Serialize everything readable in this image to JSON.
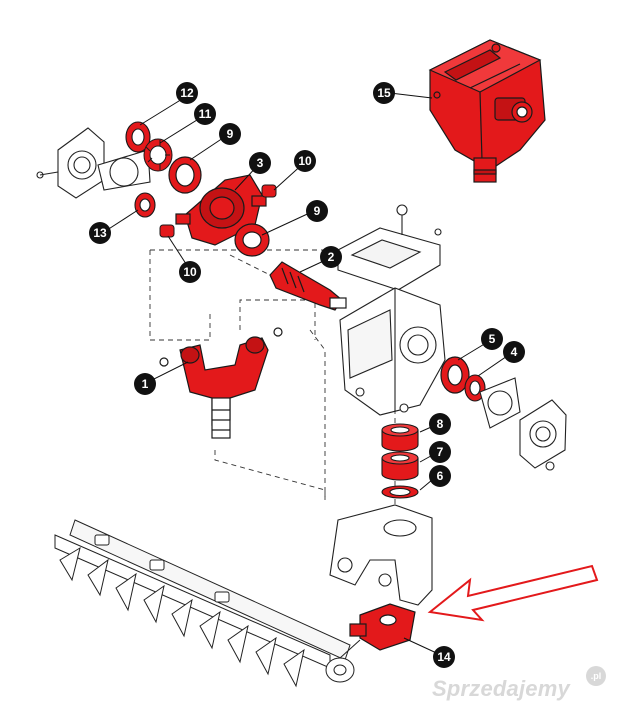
{
  "diagram": {
    "callouts": [
      {
        "label": "1"
      },
      {
        "label": "2"
      },
      {
        "label": "3"
      },
      {
        "label": "4"
      },
      {
        "label": "5"
      },
      {
        "label": "6"
      },
      {
        "label": "7"
      },
      {
        "label": "8"
      },
      {
        "label": "9"
      },
      {
        "label": "9"
      },
      {
        "label": "10"
      },
      {
        "label": "10"
      },
      {
        "label": "11"
      },
      {
        "label": "12"
      },
      {
        "label": "13"
      },
      {
        "label": "14"
      },
      {
        "label": "15"
      }
    ],
    "highlight_parts": [
      "1",
      "2",
      "3",
      "4",
      "5",
      "6",
      "7",
      "8",
      "9",
      "10",
      "11",
      "12",
      "13",
      "14",
      "15"
    ]
  },
  "watermark": {
    "text": "Sprzedajemy",
    "badge": ".pl"
  },
  "colors": {
    "part_red": "#e3191b",
    "callout_fill": "#111111",
    "arrow_red": "#e3191b",
    "line": "#222222",
    "watermark": "#d8d8d8"
  }
}
